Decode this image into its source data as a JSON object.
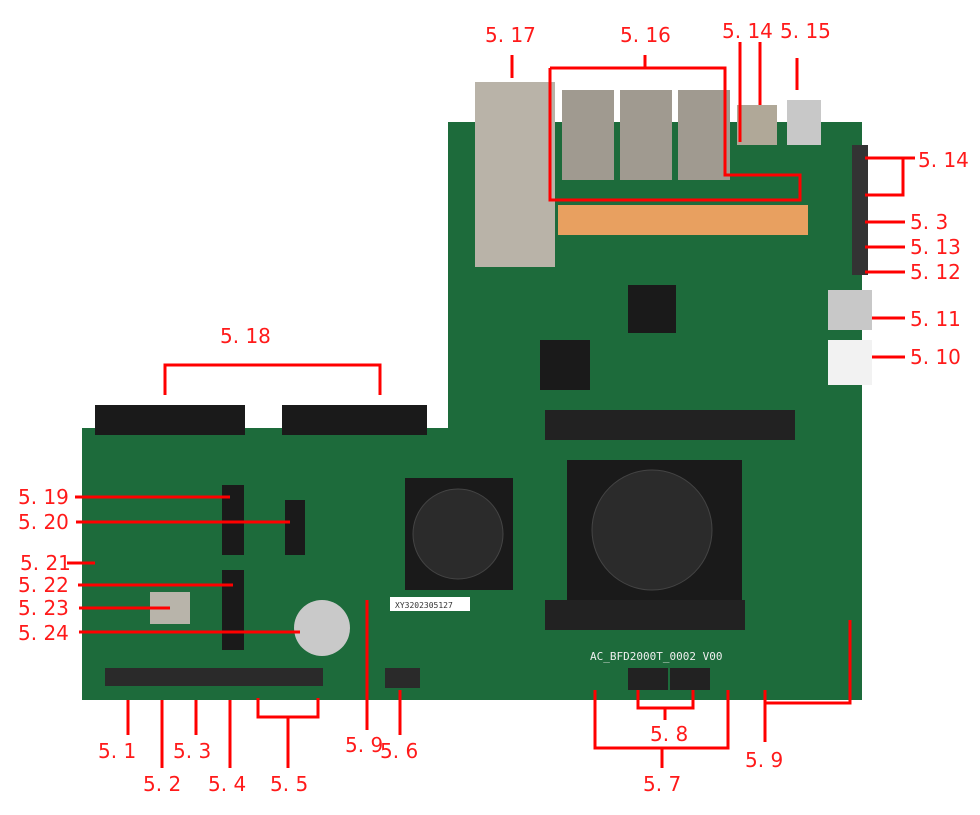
{
  "colors": {
    "board": "#1d6b3b",
    "label": "#ff1a1a",
    "line": "#ff0000",
    "heatsink": "#1a1a1a"
  },
  "board_marking": "AC_BFD2000T_0002 V00",
  "serial": "XY3202305127",
  "labels": {
    "l5_17": "5. 17",
    "l5_16": "5. 16",
    "l5_14_top": "5. 14",
    "l5_15": "5. 15",
    "l5_14_right": "5. 14",
    "l5_3_right": "5. 3",
    "l5_13": "5. 13",
    "l5_12": "5. 12",
    "l5_11": "5. 11",
    "l5_10": "5. 10",
    "l5_18": "5. 18",
    "l5_19": "5. 19",
    "l5_20": "5. 20",
    "l5_21": "5. 21",
    "l5_22": "5. 22",
    "l5_23": "5. 23",
    "l5_24": "5. 24",
    "l5_1": "5. 1",
    "l5_2": "5. 2",
    "l5_3_bottom": "5. 3",
    "l5_4": "5. 4",
    "l5_5": "5. 5",
    "l5_6": "5. 6",
    "l5_9_left": "5. 9",
    "l5_7": "5. 7",
    "l5_8": "5. 8",
    "l5_9_right": "5. 9"
  }
}
